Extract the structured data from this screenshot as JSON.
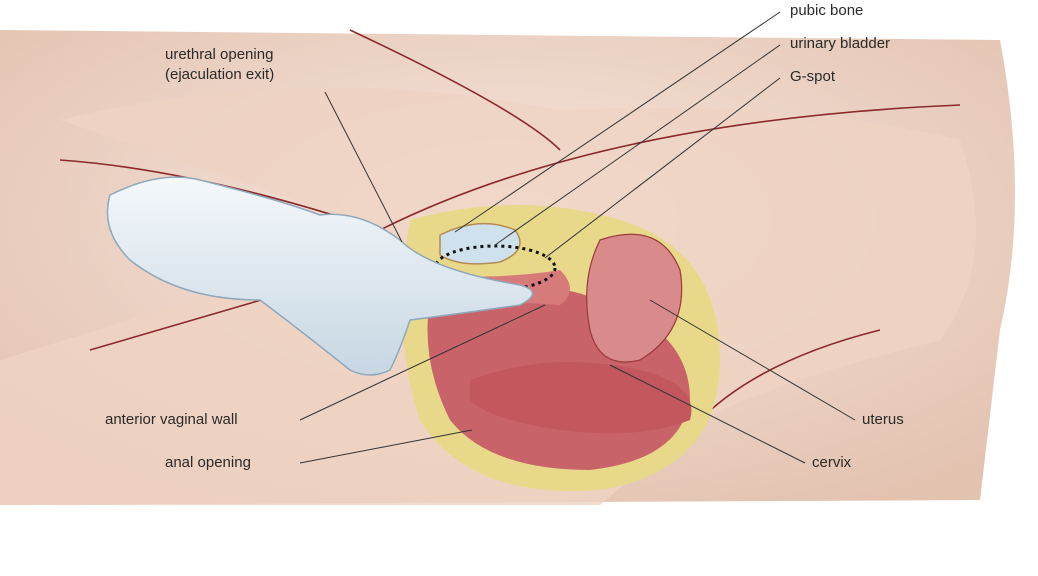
{
  "labels": {
    "pubic_bone": "pubic bone",
    "urinary_bladder": "urinary bladder",
    "g_spot": "G-spot",
    "urethral_opening_line1": "urethral opening",
    "urethral_opening_line2": "(ejaculation exit)",
    "anterior_vaginal_wall": "anterior vaginal wall",
    "anal_opening": "anal opening",
    "uterus": "uterus",
    "cervix": "cervix"
  },
  "colors": {
    "skin_light": "#f1ddd0",
    "skin_mid": "#e2bba6",
    "skin_dark": "#c9917a",
    "tissue_red": "#c8636a",
    "fat_yellow": "#e8d98a",
    "glove": "#dfeaf2",
    "outline": "#8a2a2a",
    "leader": "#333333"
  }
}
